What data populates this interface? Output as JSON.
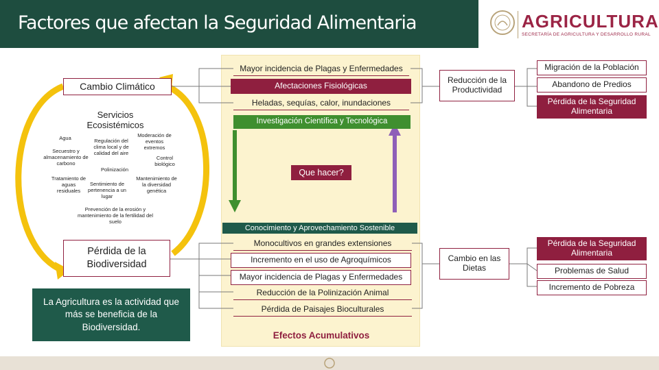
{
  "header": {
    "title": "Factores que afectan la Seguridad Alimentaria",
    "logo_word": "AGRICULTURA",
    "logo_subtitle": "SECRETARÍA DE AGRICULTURA Y DESARROLLO RURAL"
  },
  "left": {
    "cambio_climatico": "Cambio Climático",
    "servicios_title": "Servicios Ecosistémicos",
    "servicios": {
      "agua": "Agua",
      "regulacion": "Regulación del clima local y de calidad del aire",
      "moderacion": "Moderación de eventos extremos",
      "secuestro": "Secuestro y almacenamiento de carbono",
      "control": "Control biológico",
      "polinizacion": "Polinización",
      "tratamiento": "Tratamiento de aguas residuales",
      "sentimiento": "Sentimiento de pertenencia a un lugar",
      "mantenimiento": "Mantenimiento de la diversidad genética",
      "prevencion": "Prevención de la erosión y mantenimiento de la fertilidad del suelo"
    },
    "perdida_biodiversidad": "Pérdida de la Biodiversidad",
    "agricultura_note": "La Agricultura es la actividad que más se beneficia de la Biodiversidad."
  },
  "center": {
    "top_items": [
      "Mayor incidencia de Plagas y Enfermedades",
      "Afectaciones Fisiológicas",
      "Heladas, sequías, calor, inundaciones"
    ],
    "investigacion": "Investigación Científica y Tecnológica",
    "que_hacer": "Que hacer?",
    "conocimiento": "Conocimiento y Aprovechamiento Sostenible",
    "bottom_items": [
      "Monocultivos en grandes extensiones",
      "Incremento en el uso de Agroquímicos",
      "Mayor incidencia de Plagas y Enfermedades",
      "Reducción de la Polinización Animal",
      "Pérdida de Paisajes Bioculturales"
    ],
    "efectos": "Efectos Acumulativos"
  },
  "right": {
    "reduccion": "Reducción de la Productividad",
    "cambio_dietas": "Cambio en las Dietas",
    "top_outcomes": [
      "Migración de la Población",
      "Abandono de Predios",
      "Pérdida de la Seguridad Alimentaria"
    ],
    "bottom_outcomes": [
      "Pérdida de la Seguridad Alimentaria",
      "Problemas de Salud",
      "Incremento de Pobreza"
    ]
  },
  "colors": {
    "title_bar": "#1e4d3f",
    "maroon": "#8f1f3f",
    "green": "#3f8f2f",
    "teal": "#1f5a4a",
    "panel": "#fcf3cf",
    "arrow_yellow": "#f4c20d",
    "arrow_purple": "#8e5fb8"
  }
}
